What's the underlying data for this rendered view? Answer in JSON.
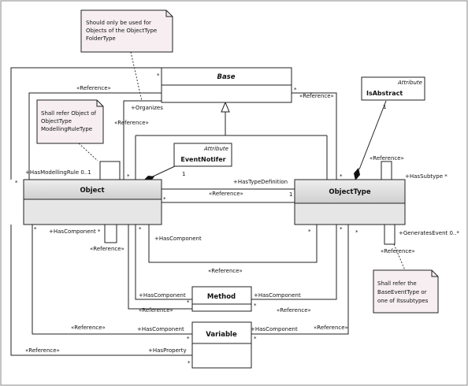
{
  "classes": {
    "base": "Base",
    "object": "Object",
    "object_type": "ObjectType",
    "method": "Method",
    "variable": "Variable",
    "event_notifier_stereotype": "Attribute",
    "event_notifier": "EventNotifer",
    "is_abstract_stereotype": "Attribute",
    "is_abstract": "IsAbstract"
  },
  "notes": {
    "folder": [
      "Should only be used for",
      "Objects of the ObjectType",
      "FolderType"
    ],
    "modelling": [
      "Shall refer Object of",
      "ObjectType",
      "ModellingRuleType"
    ],
    "event": [
      "Shall refer the",
      "BaseEventType or",
      "one of itssubtypes"
    ]
  },
  "labels": {
    "reference": "«Reference»",
    "organizes": "+Organizes",
    "has_modelling_rule": "+HasModellingRule 0..1",
    "has_type_definition": "+HasTypeDefinition",
    "has_subtype": "+HasSubtype *",
    "has_component": "+HasComponent",
    "has_component_star": "+HasComponent *",
    "generates_event": "+GeneratesEvent 0..*",
    "has_property": "+HasProperty",
    "one": "1",
    "star": "*"
  }
}
